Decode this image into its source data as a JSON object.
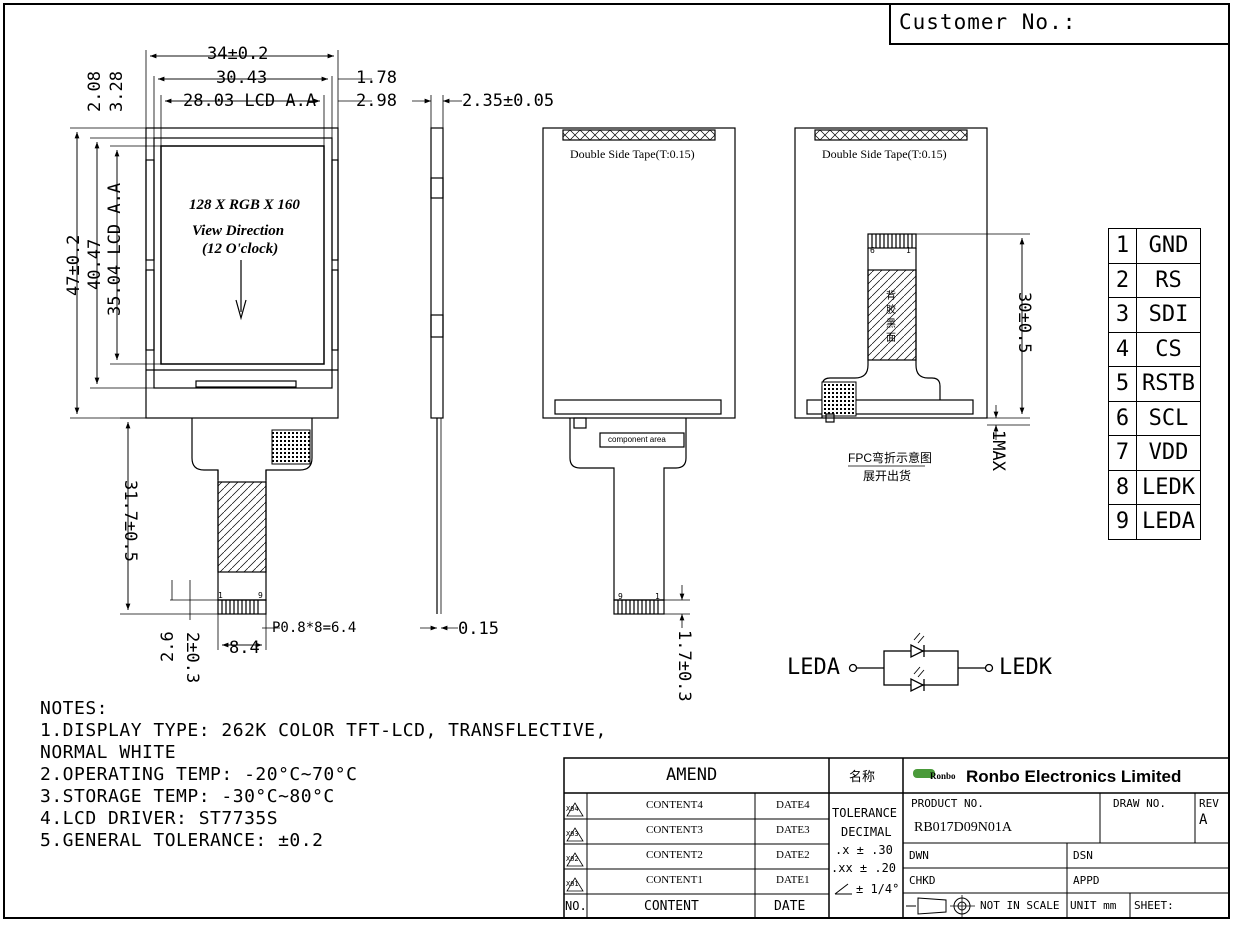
{
  "customer_no_label": "Customer No.:",
  "front_view": {
    "dims": {
      "overall_width": "34±0.2",
      "width_2": "30.43",
      "lcd_aa_width": "28.03 LCD A.A",
      "right_1": "1.78",
      "right_2": "2.98",
      "top_1": "2.08",
      "top_2": "3.28",
      "height": "47±0.2",
      "height_2": "40.47",
      "lcd_aa_height": "35.04 LCD A.A",
      "fpc_length": "31.7±0.5",
      "fpc_dim_a": "2.6",
      "fpc_dim_b": "2±0.3",
      "fpc_width": "8.4",
      "pitch": "P0.8*8=6.4"
    },
    "screen_text": [
      "128 X RGB X 160",
      "View Direction",
      "(12 O'clock)"
    ],
    "pin_marks": [
      "1",
      "9"
    ]
  },
  "side_view": {
    "thickness": "2.35±0.05",
    "fpc_thickness": "0.15"
  },
  "back_view_1": {
    "tape": "Double Side Tape(T:0.15)",
    "component": "component area",
    "pin_marks": [
      "9",
      "1"
    ],
    "dim": "1.7±0.3"
  },
  "back_view_2": {
    "tape": "Double Side Tape(T:0.15)",
    "fold_dim": "30±0.5",
    "max_dim": "1MAX",
    "connector_marks": [
      "6",
      "1"
    ],
    "stiffener_text": [
      "背",
      "胶",
      "黑",
      "面"
    ],
    "caption_1": "FPC弯折示意图",
    "caption_2": "展开出货"
  },
  "pins": [
    {
      "no": "1",
      "name": "GND"
    },
    {
      "no": "2",
      "name": "RS"
    },
    {
      "no": "3",
      "name": "SDI"
    },
    {
      "no": "4",
      "name": "CS"
    },
    {
      "no": "5",
      "name": "RSTB"
    },
    {
      "no": "6",
      "name": "SCL"
    },
    {
      "no": "7",
      "name": "VDD"
    },
    {
      "no": "8",
      "name": "LEDK"
    },
    {
      "no": "9",
      "name": "LEDA"
    }
  ],
  "led_circuit": {
    "left": "LEDA",
    "right": "LEDK"
  },
  "notes": [
    "NOTES:",
    "1.DISPLAY TYPE: 262K COLOR TFT-LCD, TRANSFLECTIVE,",
    "NORMAL WHITE",
    "2.OPERATING TEMP: -20°C~70°C",
    "3.STORAGE TEMP: -30°C~80°C",
    "4.LCD DRIVER: ST7735S",
    "5.GENERAL TOLERANCE:   ±0.2"
  ],
  "amend": {
    "header": "AMEND",
    "rows": [
      {
        "no": "X04",
        "content": "CONTENT4",
        "date": "DATE4"
      },
      {
        "no": "X03",
        "content": "CONTENT3",
        "date": "DATE3"
      },
      {
        "no": "X02",
        "content": "CONTENT2",
        "date": "DATE2"
      },
      {
        "no": "X01",
        "content": "CONTENT1",
        "date": "DATE1"
      }
    ],
    "footer": {
      "no": "NO.",
      "content": "CONTENT",
      "date": "DATE"
    }
  },
  "tolerance": {
    "name": "名称",
    "title": "TOLERANCE",
    "decimal": "DECIMAL",
    "x": ".x  ±  .30",
    "xx": ".xx  ±  .20",
    "angle": "± 1/4°"
  },
  "title_block": {
    "logo": "Ronbo",
    "company": "Ronbo Electronics Limited",
    "product_label": "PRODUCT NO.",
    "product_no": "RB017D09N01A",
    "draw_label": "DRAW NO.",
    "rev_label": "REV",
    "rev": "A",
    "dwn": "DWN",
    "dsn": "DSN",
    "chkd": "CHKD",
    "appd": "APPD",
    "scale": "NOT IN SCALE",
    "unit": "UNIT mm",
    "sheet": "SHEET:"
  }
}
